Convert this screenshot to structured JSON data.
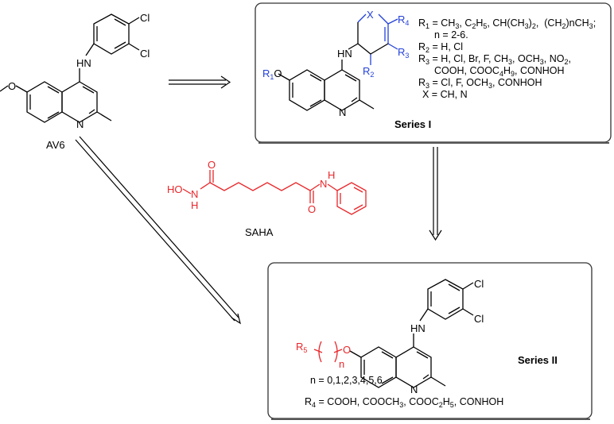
{
  "compounds": {
    "av6": {
      "name": "AV6",
      "atoms": {
        "nh": "HN",
        "cl1": "Cl",
        "cl2": "Cl",
        "n": "N",
        "o": "O"
      }
    },
    "saha": {
      "name": "SAHA",
      "atoms": {
        "ho": "HO",
        "n1": "N",
        "h1": "H",
        "o1": "O",
        "n2": "N",
        "h2": "H",
        "o2": "O"
      }
    }
  },
  "series1": {
    "title": "Series I",
    "atoms": {
      "hn": "HN",
      "x": "X",
      "r4": "R",
      "r4_sub": "4",
      "r3": "R",
      "r3_sub": "3",
      "r2": "R",
      "r2_sub": "2",
      "r1o": "R",
      "r1o_sub": "1",
      "r1o_o": "O",
      "n": "N"
    },
    "definitions": [
      {
        "pre": "R",
        "sub": "1",
        "text": " = CH",
        "tail": "3, C2H5, CH(CH3)2,  (CH2)nCH3;"
      },
      {
        "pre": "",
        "sub": "",
        "text": "n = 2-6.",
        "tail": ""
      },
      {
        "pre": "R",
        "sub": "2",
        "text": " = H, Cl",
        "tail": ""
      },
      {
        "pre": "R",
        "sub": "3",
        "text": " = H, Cl, Br, F, CH3, OCH3, NO2,",
        "tail": ""
      },
      {
        "pre": "",
        "sub": "",
        "text": "COOH, COOC4H9, CONHOH",
        "tail": ""
      },
      {
        "pre": "R",
        "sub": "3",
        "text": " = Cl, F, OCH3, CONHOH",
        "tail": ""
      },
      {
        "pre": "",
        "sub": "",
        "text": "X = CH, N",
        "tail": ""
      }
    ]
  },
  "series2": {
    "title": "Series II",
    "atoms": {
      "hn": "HN",
      "cl1": "Cl",
      "cl2": "Cl",
      "r5": "R",
      "r5_sub": "5",
      "o": "O",
      "n_idx": "n",
      "n": "N"
    },
    "n_values": "n = 0,1,2,3,4,5,6",
    "r4_pre": "R",
    "r4_sub": "4",
    "r4_text": " = COOH, COOCH3, COOC2H5, CONHOH"
  },
  "colors": {
    "red": "#e8262a",
    "blue": "#2341d8",
    "black": "#000000",
    "box_border": "#333333"
  }
}
